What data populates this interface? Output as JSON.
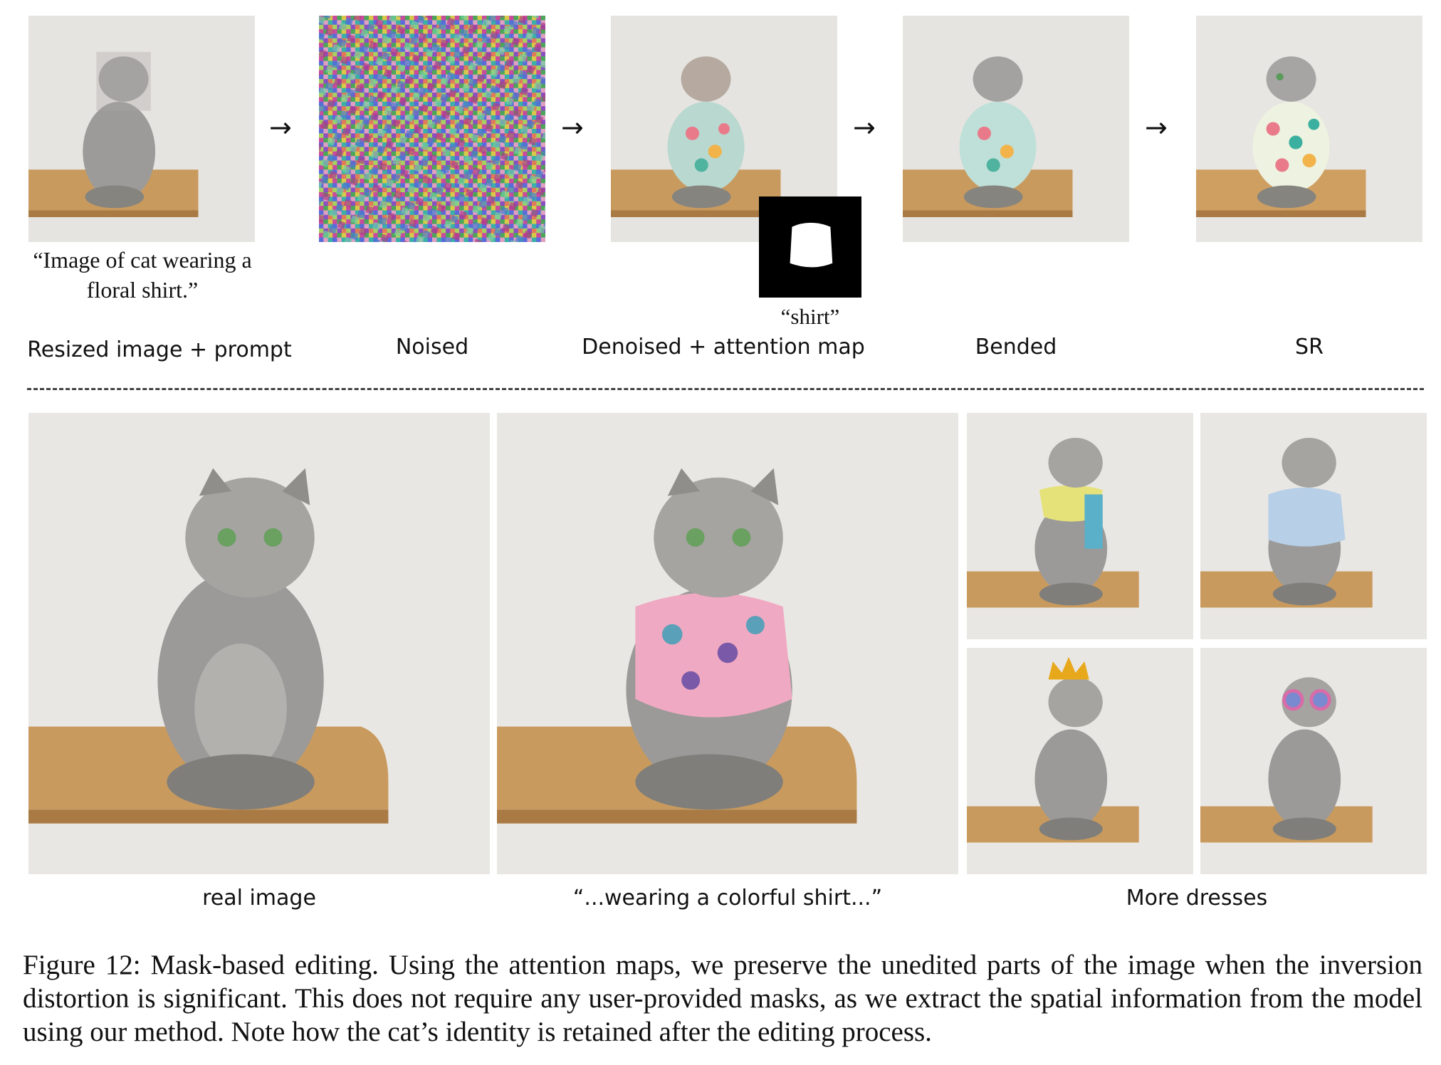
{
  "top_row": {
    "prompt_text": "“Image of cat wearing a floral shirt.”",
    "stage_labels": [
      "Resized image + prompt",
      "Noised",
      "Denoised + attention map",
      "Bended",
      "SR"
    ],
    "mask_word": "“shirt”",
    "arrow_glyph": "→"
  },
  "bottom_row": {
    "labels": [
      "real image",
      "“...wearing a colorful shirt...”",
      "More dresses"
    ]
  },
  "caption": {
    "text": "Figure 12: Mask-based editing. Using the attention maps, we preserve the unedited parts of the image when the inversion distortion is significant. This does not require any user-provided masks, as we extract the spatial information from the model using our method. Note how the cat’s identity is retained after the editing process."
  },
  "colors": {
    "wall": "#e9e7e3",
    "shelf": "#c99a5e",
    "cat_fur": "#9b9a98",
    "shirt_pink": "#f0a9c2",
    "scarf_yellow": "#e6e27a",
    "shirt_blue": "#b8cfe8",
    "crown_gold": "#e8a81c",
    "glasses_pink": "#d96ba8"
  }
}
